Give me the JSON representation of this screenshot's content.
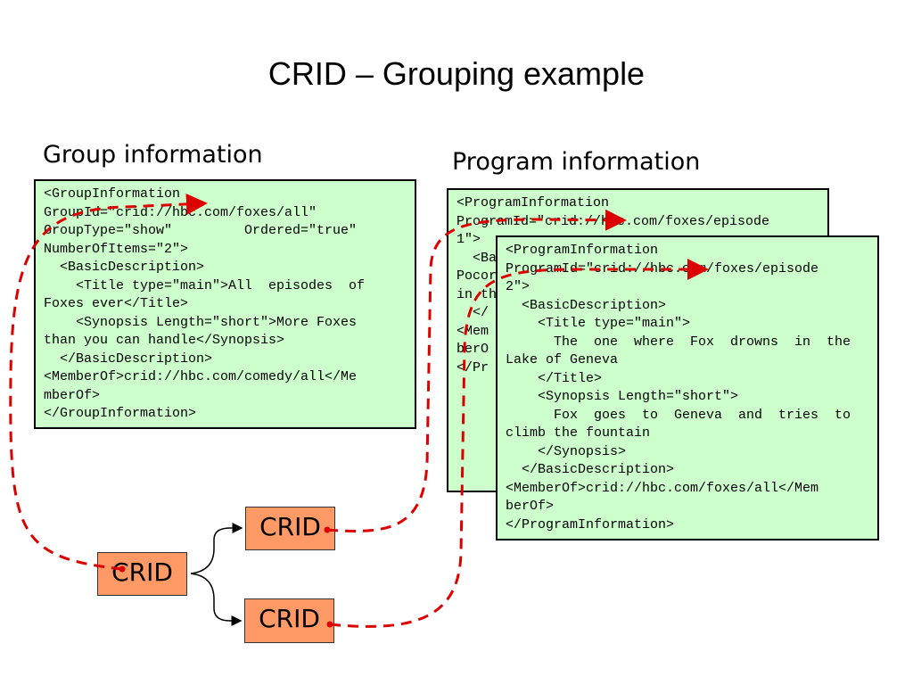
{
  "title": "CRID – Grouping example",
  "group_heading": "Group information",
  "program_heading": "Program information",
  "group_box_lines": [
    "<GroupInformation",
    "GroupId=\"crid://hbc.com/foxes/all\"",
    "GroupType=\"show\"         Ordered=\"true\"",
    "NumberOfItems=\"2\">",
    "  <BasicDescription>",
    "    <Title type=\"main\">All  episodes  of",
    "Foxes ever</Title>",
    "    <Synopsis Length=\"short\">More Foxes",
    "than you can handle</Synopsis>",
    "  </BasicDescription>",
    "<MemberOf>crid://hbc.com/comedy/all</Me",
    "mberOf>",
    "</GroupInformation>"
  ],
  "program1_box_lines": [
    "<ProgramInformation",
    "ProgramId=\"crid://hbc.com/foxes/episode",
    "1\">",
    "  <Ba",
    "",
    "",
    "Pocor",
    "",
    "",
    "",
    "in th",
    "",
    "  </",
    "<Mem",
    "berO",
    "</Pr"
  ],
  "program2_box_lines": [
    "<ProgramInformation",
    "ProgramId=\"crid://hbc.com/foxes/episode",
    "2\">",
    "  <BasicDescription>",
    "    <Title type=\"main\">",
    "      The  one  where  Fox  drowns  in  the",
    "Lake of Geneva",
    "    </Title>",
    "    <Synopsis Length=\"short\">",
    "      Fox  goes  to  Geneva  and  tries  to",
    "climb the fountain",
    "    </Synopsis>",
    "  </BasicDescription>",
    "<MemberOf>crid://hbc.com/foxes/all</Mem",
    "berOf>",
    "</ProgramInformation>"
  ],
  "crid_nodes": {
    "root": "CRID",
    "child_top": "CRID",
    "child_bottom": "CRID"
  },
  "colors": {
    "box_fill": "#ccffcc",
    "crid_fill": "#ff9966",
    "link_color": "#dd0000"
  }
}
